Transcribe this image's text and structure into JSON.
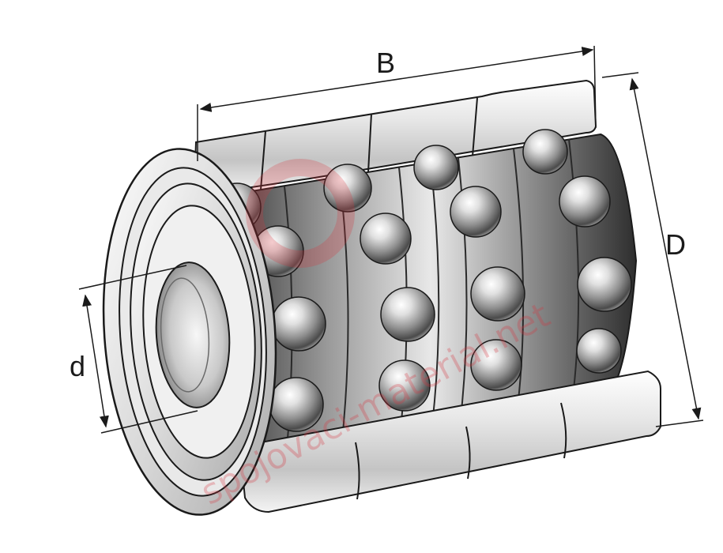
{
  "dimensions": {
    "width_label": "B",
    "outer_diameter_label": "D",
    "bore_diameter_label": "d"
  },
  "watermark": {
    "text": "spojovaci-material.net",
    "color": "#d6323c"
  },
  "colors": {
    "steel_light": "#f2f2f2",
    "steel_mid": "#b8b8b8",
    "steel_dark": "#5a5a5a",
    "outline": "#1a1a1a"
  }
}
